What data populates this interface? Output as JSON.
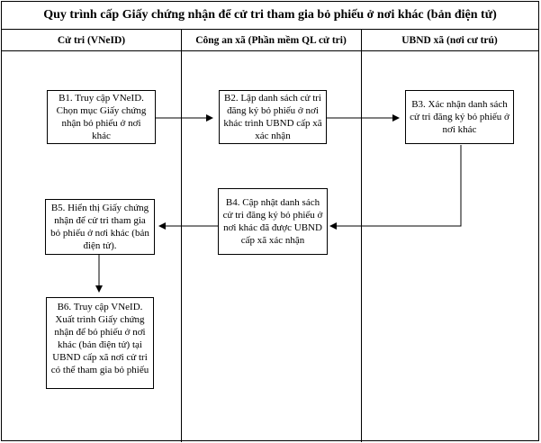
{
  "diagram": {
    "title": "Quy trình cấp Giấy chứng nhận để cử tri tham gia bỏ phiếu ở nơi khác (bản điện tử)",
    "lanes": [
      {
        "label": "Cử tri (VNeID)"
      },
      {
        "label": "Công an xã (Phần mềm QL cử tri)"
      },
      {
        "label": "UBND xã (nơi cư trú)"
      }
    ],
    "steps": [
      {
        "id": "B1",
        "text": "B1. Truy cập VNeID. Chọn mục Giấy chứng nhận bỏ phiếu ở nơi khác"
      },
      {
        "id": "B2",
        "text": "B2. Lập danh sách cử tri đăng ký bỏ phiếu ở nơi khác trình UBND cấp xã xác nhận"
      },
      {
        "id": "B3",
        "text": "B3. Xác nhận danh sách cử tri đăng ký bỏ phiếu ở nơi khác"
      },
      {
        "id": "B4",
        "text": "B4. Cập nhật danh sách cử tri đăng ký bỏ phiếu ở nơi khác đã được UBND cấp xã xác nhận"
      },
      {
        "id": "B5",
        "text": "B5. Hiển thị Giấy chứng nhận để cử tri tham gia bỏ phiếu ở nơi khác (bản điện tử)."
      },
      {
        "id": "B6",
        "text": "B6. Truy cập VNeID. Xuất trình Giấy chứng nhận để bỏ phiếu ở nơi khác (bản điện tử) tại UBND cấp xã nơi  cử tri có thể tham gia bỏ phiếu"
      }
    ],
    "connectors": [
      {
        "from": "B1",
        "to": "B2"
      },
      {
        "from": "B2",
        "to": "B3"
      },
      {
        "from": "B3",
        "to": "B4"
      },
      {
        "from": "B4",
        "to": "B5"
      },
      {
        "from": "B5",
        "to": "B6"
      }
    ]
  }
}
